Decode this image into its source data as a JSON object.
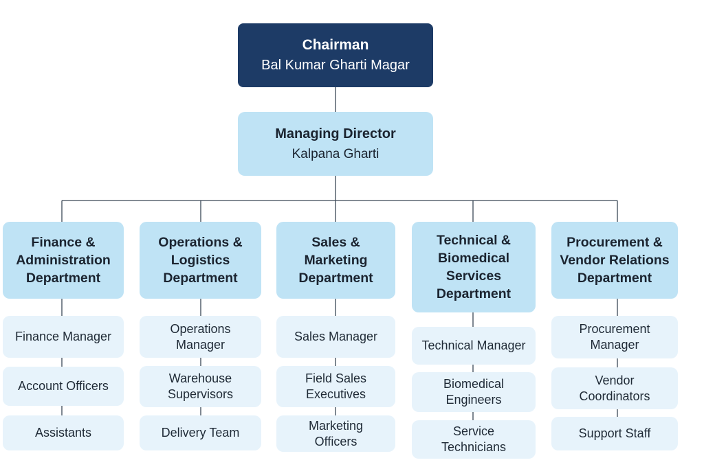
{
  "chairman": {
    "title": "Chairman",
    "name": "Bal Kumar Gharti Magar"
  },
  "managing_director": {
    "title": "Managing Director",
    "name": "Kalpana Gharti"
  },
  "departments": [
    {
      "name": "Finance &\nAdministration\nDepartment",
      "roles": [
        "Finance Manager",
        "Account Officers",
        "Assistants"
      ]
    },
    {
      "name": "Operations &\nLogistics\nDepartment",
      "roles": [
        "Operations\nManager",
        "Warehouse\nSupervisors",
        "Delivery Team"
      ]
    },
    {
      "name": "Sales &\nMarketing\nDepartment",
      "roles": [
        "Sales Manager",
        "Field Sales\nExecutives",
        "Marketing\nOfficers"
      ]
    },
    {
      "name": "Technical &\nBiomedical\nServices\nDepartment",
      "roles": [
        "Technical Manager",
        "Biomedical\nEngineers",
        "Service\nTechnicians"
      ]
    },
    {
      "name": "Procurement &\nVendor Relations\nDepartment",
      "roles": [
        "Procurement\nManager",
        "Vendor\nCoordinators",
        "Support Staff"
      ]
    }
  ],
  "colors": {
    "chairman_fill": "#1d3b66",
    "department_fill": "#bfe3f5",
    "role_fill": "#e7f3fb",
    "connector": "#3a4756"
  }
}
